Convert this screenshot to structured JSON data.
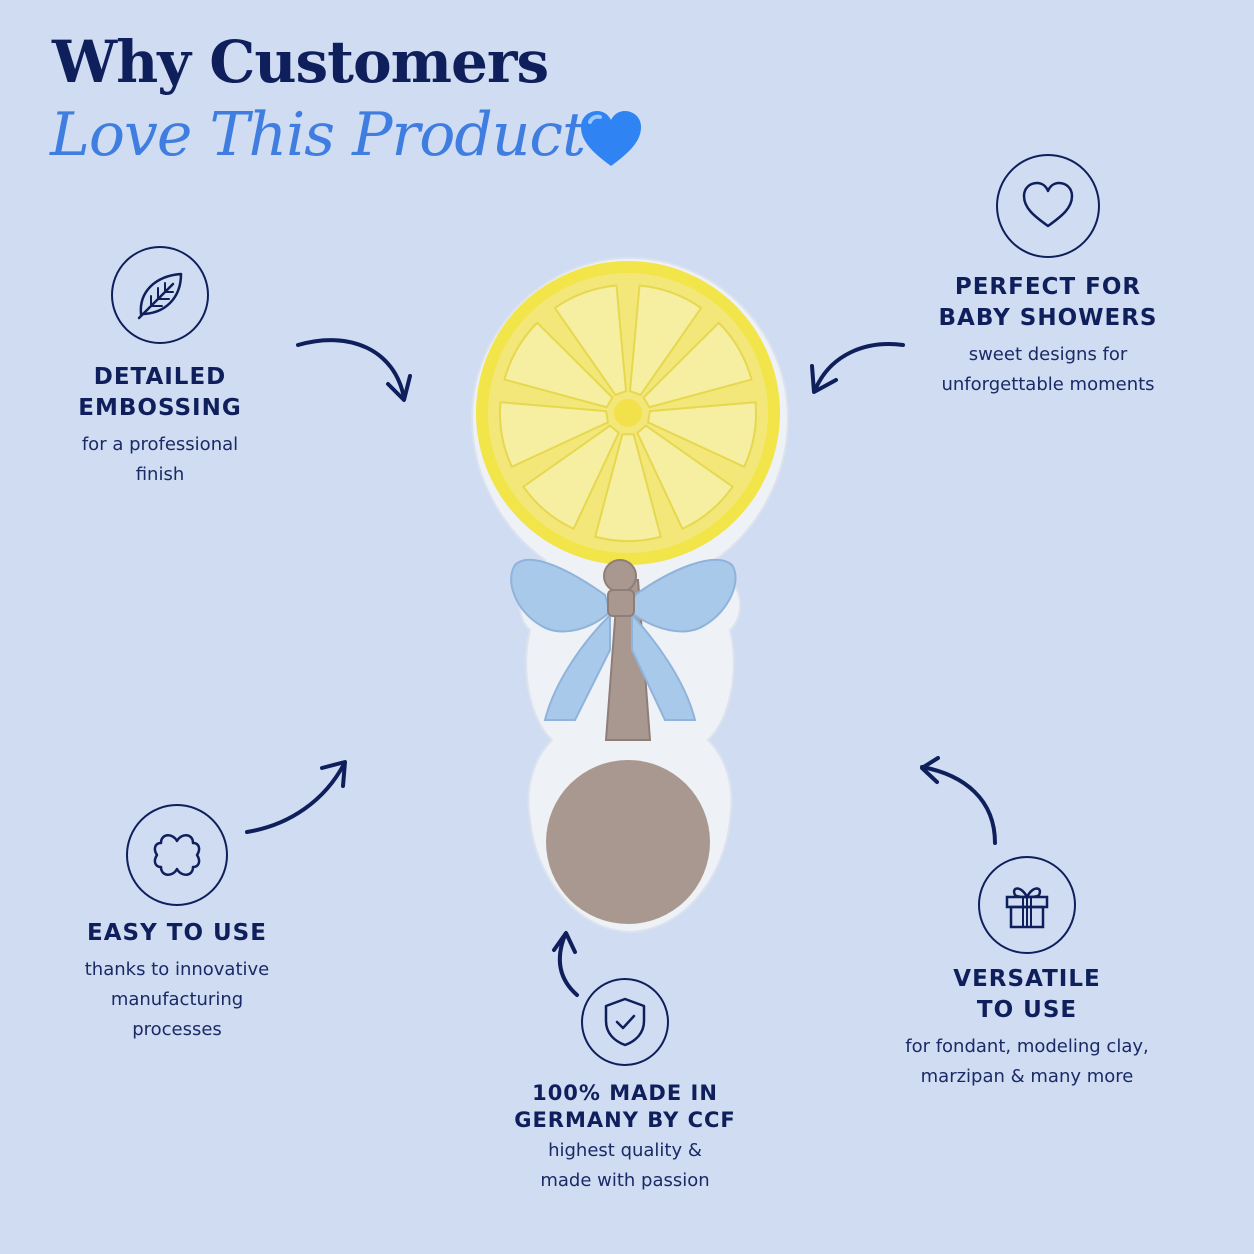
{
  "heading": {
    "line1": "Why Customers",
    "line2": "Love This Product"
  },
  "colors": {
    "background": "#cfdcf2",
    "navy": "#0f1f5c",
    "accent_blue": "#3f7ee0",
    "lemon_yellow": "#f2e54a",
    "bow_blue": "#a9c9ea",
    "taupe": "#a8948c"
  },
  "features": [
    {
      "icon": "leaf-icon",
      "title_line1": "DETAILED",
      "title_line2": "EMBOSSING",
      "desc_line1": "for a professional",
      "desc_line2": "finish"
    },
    {
      "icon": "heart-icon",
      "title_line1": "PERFECT FOR",
      "title_line2": "BABY SHOWERS",
      "desc_line1": "sweet designs for",
      "desc_line2": "unforgettable moments"
    },
    {
      "icon": "clover-icon",
      "title_line1": "EASY TO USE",
      "desc_line1": "thanks to innovative",
      "desc_line2": "manufacturing",
      "desc_line3": "processes"
    },
    {
      "icon": "shield-check-icon",
      "title_line1": "100% MADE IN",
      "title_line2": "GERMANY BY CCF",
      "desc_line1": "highest quality &",
      "desc_line2": "made with passion"
    },
    {
      "icon": "gift-icon",
      "title_line1": "VERSATILE",
      "title_line2": "TO USE",
      "desc_line1": "for fondant, modeling clay,",
      "desc_line2": "marzipan & many more"
    }
  ]
}
